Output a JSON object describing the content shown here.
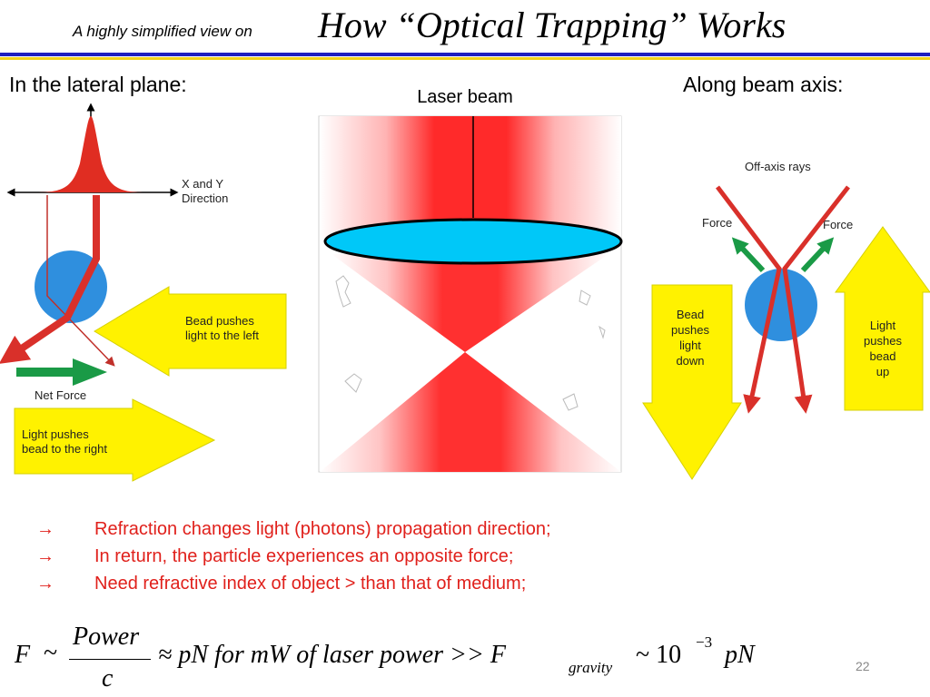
{
  "title": {
    "prefix": "A highly simplified view on",
    "main": "How “Optical Trapping” Works"
  },
  "sections": {
    "lateral_heading": "In the lateral plane:",
    "axial_heading": "Along beam axis:"
  },
  "lateral_diagram": {
    "axis_label_line1": "X and Y",
    "axis_label_line2": "Direction",
    "bead_push_line1": "Bead pushes",
    "bead_push_line2": "light to the left",
    "net_force": "Net Force",
    "light_push_line1": "Light pushes",
    "light_push_line2": "bead to the right"
  },
  "center_diagram": {
    "laser_label": "Laser beam"
  },
  "axial_diagram": {
    "offaxis_label": "Off-axis rays",
    "force_left": "Force",
    "force_right": "Force",
    "bead_push_lines": [
      "Bead",
      "pushes",
      "light",
      "down"
    ],
    "light_push_lines": [
      "Light",
      "pushes",
      "bead",
      "up"
    ]
  },
  "bullets": {
    "mark": "→",
    "items": [
      "Refraction changes light (photons) propagation direction;",
      "In return, the particle experiences an opposite force;",
      "Need refractive index of object > than that of medium;"
    ]
  },
  "formula": {
    "F": "F",
    "tilde1": "~",
    "numerator": "Power",
    "denominator": "c",
    "approx_text": "≈ pN  for mW of laser power >> F",
    "gravity_sub": "gravity",
    "tilde2": "~ 10",
    "exponent": "−3",
    "unit": "pN"
  },
  "page_number": "22",
  "colors": {
    "beam_red": "#ee2222",
    "arrow_red": "#d9302a",
    "bead_blue": "#2f8fde",
    "lens_cyan": "#00c8f8",
    "arrow_yellow": "#fff200",
    "arrow_green": "#1a9a46",
    "bullet_red": "#e0201b",
    "title_blue": "#1f1fbf",
    "title_yellow": "#f2d21a"
  }
}
